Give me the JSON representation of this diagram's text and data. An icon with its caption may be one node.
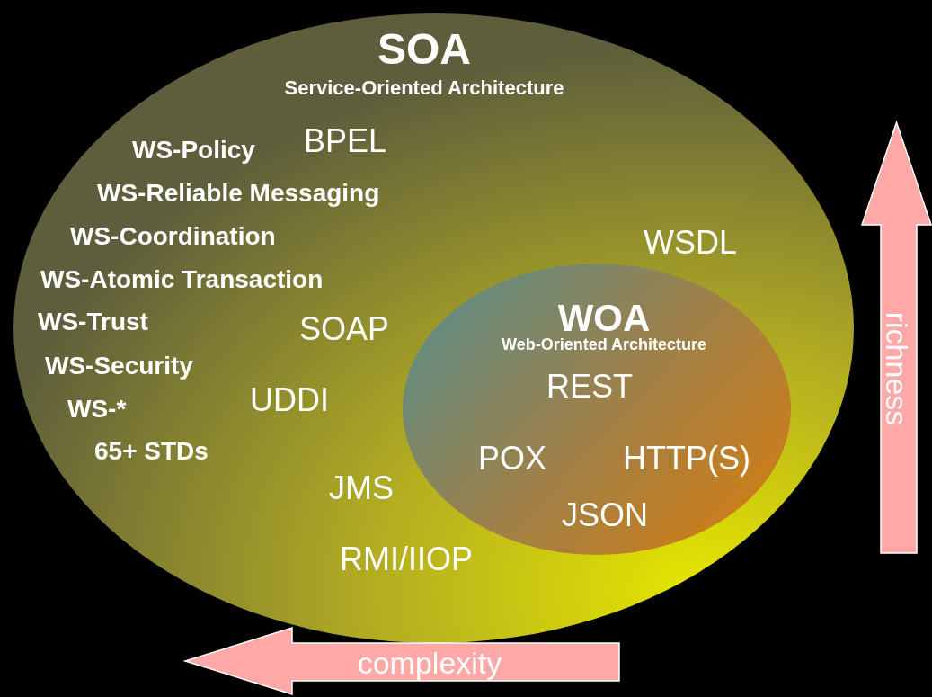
{
  "diagram": {
    "nodes": [
      {
        "text": [
          "SOA",
          "Service-Oriented Architecture"
        ]
      },
      {
        "text": [
          "WOA",
          "Web-Oriented Architecture"
        ],
        "in": 0
      },
      {
        "text": [
          "richness"
        ]
      },
      {
        "text": [
          "complexity"
        ]
      }
    ],
    "labels": [
      "WS-Policy",
      "BPEL",
      "WS-Reliable Messaging",
      "WS-Coordination",
      "WSDL",
      "WS-Atomic Transaction",
      "WS-Trust",
      "SOAP",
      "WS-Security",
      "UDDI",
      "WS-*",
      "65+ STDs",
      "JMS",
      "REST",
      "POX",
      "HTTP(S)",
      "JSON",
      "RMI/IIOP"
    ]
  }
}
